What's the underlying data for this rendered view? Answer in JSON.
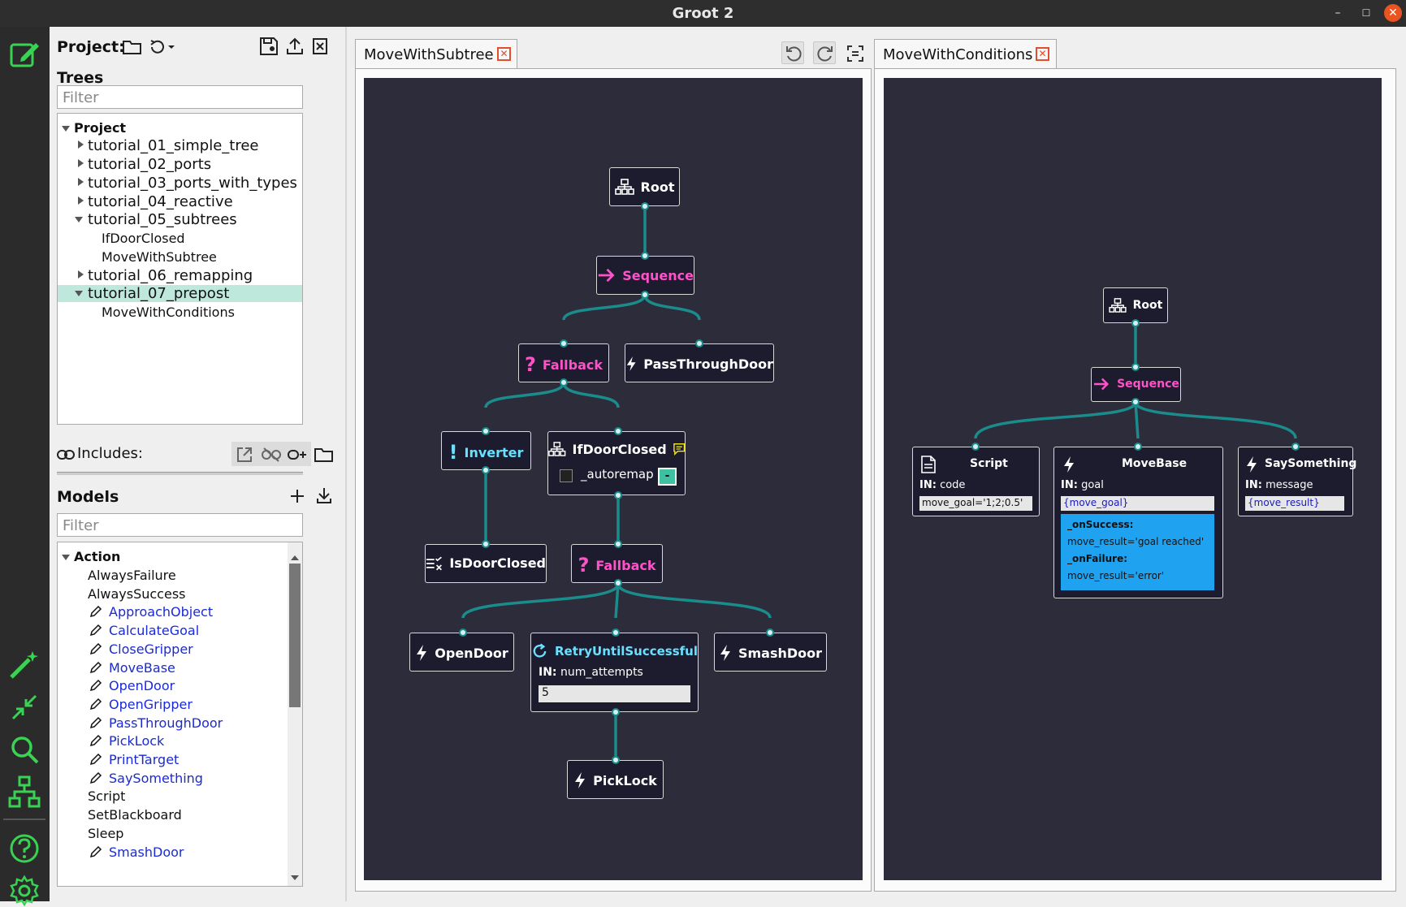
{
  "app": {
    "title": "Groot 2"
  },
  "project": {
    "label": "Project:",
    "trees_label": "Trees",
    "trees_filter_placeholder": "Filter",
    "root": "Project",
    "trees": [
      {
        "label": "tutorial_01_simple_tree",
        "expanded": false
      },
      {
        "label": "tutorial_02_ports",
        "expanded": false
      },
      {
        "label": "tutorial_03_ports_with_types",
        "expanded": false
      },
      {
        "label": "tutorial_04_reactive",
        "expanded": false
      },
      {
        "label": "tutorial_05_subtrees",
        "expanded": true,
        "children": [
          "IfDoorClosed",
          "MoveWithSubtree"
        ]
      },
      {
        "label": "tutorial_06_remapping",
        "expanded": false
      },
      {
        "label": "tutorial_07_prepost",
        "expanded": true,
        "selected": true,
        "children": [
          "MoveWithConditions"
        ]
      }
    ],
    "includes_label": "Includes:"
  },
  "models": {
    "label": "Models",
    "filter_placeholder": "Filter",
    "category": "Action",
    "items": [
      {
        "label": "AlwaysFailure",
        "editable": false
      },
      {
        "label": "AlwaysSuccess",
        "editable": false
      },
      {
        "label": "ApproachObject",
        "editable": true
      },
      {
        "label": "CalculateGoal",
        "editable": true
      },
      {
        "label": "CloseGripper",
        "editable": true
      },
      {
        "label": "MoveBase",
        "editable": true
      },
      {
        "label": "OpenDoor",
        "editable": true
      },
      {
        "label": "OpenGripper",
        "editable": true
      },
      {
        "label": "PassThroughDoor",
        "editable": true
      },
      {
        "label": "PickLock",
        "editable": true
      },
      {
        "label": "PrintTarget",
        "editable": true
      },
      {
        "label": "SaySomething",
        "editable": true
      },
      {
        "label": "Script",
        "editable": false
      },
      {
        "label": "SetBlackboard",
        "editable": false
      },
      {
        "label": "Sleep",
        "editable": false
      },
      {
        "label": "SmashDoor",
        "editable": true
      }
    ]
  },
  "tabs": [
    {
      "label": "MoveWithSubtree",
      "active": true
    },
    {
      "label": "MoveWithConditions",
      "active": false
    }
  ],
  "tree1": {
    "nodes": {
      "root": "Root",
      "sequence": "Sequence",
      "fallback1": "Fallback",
      "passthrough": "PassThroughDoor",
      "inverter": "Inverter",
      "ifdoor": "IfDoorClosed",
      "autoremap": "_autoremap",
      "autoremap_btn": "-",
      "isdoor": "IsDoorClosed",
      "fallback2": "Fallback",
      "opendoor": "OpenDoor",
      "retry": "RetryUntilSuccessful",
      "retry_port_dir": "IN:",
      "retry_port": "num_attempts",
      "retry_value": "5",
      "smash": "SmashDoor",
      "picklock": "PickLock"
    }
  },
  "tree2": {
    "nodes": {
      "root": "Root",
      "sequence": "Sequence",
      "script": "Script",
      "script_port_dir": "IN:",
      "script_port": "code",
      "script_value": "move_goal='1;2;0.5'",
      "movebase": "MoveBase",
      "movebase_port_dir": "IN:",
      "movebase_port": "goal",
      "movebase_value": "{move_goal}",
      "on_success_label": "_onSuccess:",
      "on_success_value": "move_result='goal reached'",
      "on_failure_label": "_onFailure:",
      "on_failure_value": "move_result='error'",
      "say": "SaySomething",
      "say_port_dir": "IN:",
      "say_port": "message",
      "say_value": "{move_result}"
    }
  },
  "colors": {
    "canvas_bg": "#2c2c3a",
    "node_bg": "#1c1c2e",
    "wire": "#1b8c8c",
    "control_text": "#ff52c8",
    "decorator_text": "#6ae0ff",
    "sidebar_icon": "#39d353",
    "selection": "#bfe8dc",
    "precondition_bg": "#1fa3f0"
  }
}
